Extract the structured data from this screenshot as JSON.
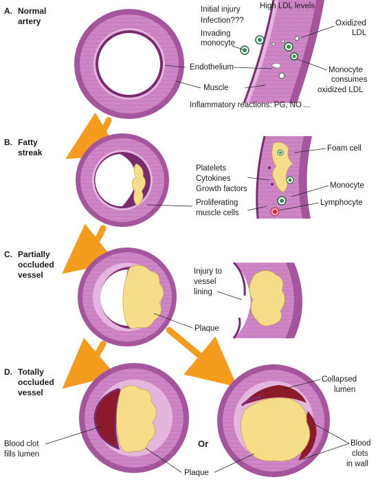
{
  "colors": {
    "vessel_outer": "#a5559b",
    "vessel_wall": "#cf86c6",
    "intima": "#e4b6de",
    "endothelium": "#7a2a6e",
    "plaque": "#f6dd8a",
    "clot": "#8b1a2a",
    "arrow": "#f39c1e"
  },
  "stages": {
    "a": {
      "letter": "A.",
      "line1": "Normal",
      "line2": "artery"
    },
    "b": {
      "letter": "B.",
      "line1": "Fatty",
      "line2": "streak"
    },
    "c": {
      "letter": "C.",
      "line1": "Partially",
      "line2": "occluded",
      "line3": "vessel"
    },
    "d": {
      "letter": "D.",
      "line1": "Totally",
      "line2": "occluded",
      "line3": "vessel"
    }
  },
  "labels": {
    "initial_injury": "Initial injury",
    "infection": "Infection???",
    "high_ldl": "High LDL levels",
    "invading_1": "Invading",
    "invading_2": "monocyte",
    "oxidized_1": "Oxidized",
    "oxidized_2": "LDL",
    "endothelium": "Endothelium",
    "muscle": "Muscle",
    "monocyte_consumes_1": "Monocyte",
    "monocyte_consumes_2": "consumes",
    "monocyte_consumes_3": "oxidized LDL",
    "inflammatory": "Inflammatory reactions: PG, NO ...",
    "foam_cell": "Foam cell",
    "platelets": "Platelets",
    "cytokines": "Cytokines",
    "growth_factors": "Growth factors",
    "monocyte": "Monocyte",
    "lymphocyte": "Lymphocyte",
    "proliferating_1": "Proliferating",
    "proliferating_2": "muscle cells",
    "injury_1": "Injury to",
    "injury_2": "vessel",
    "injury_3": "lining",
    "plaque_c": "Plaque",
    "collapsed_1": "Collapsed",
    "collapsed_2": "lumen",
    "or": "Or",
    "blood_clot_1": "Blood clot",
    "blood_clot_2": "fills lumen",
    "plaque_d": "Plaque",
    "blood_clots_1": "Blood",
    "blood_clots_2": "clots",
    "blood_clots_3": "in wall"
  }
}
